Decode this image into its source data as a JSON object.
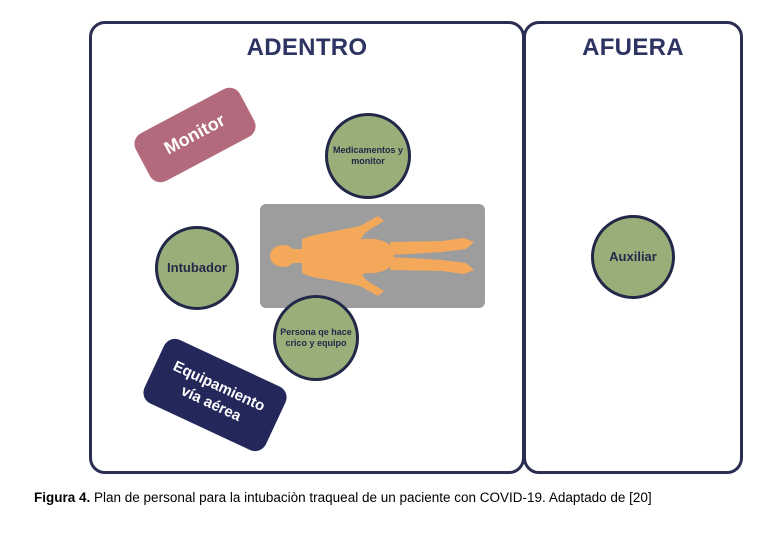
{
  "inside": {
    "title": "ADENTRO"
  },
  "outside": {
    "title": "AFUERA"
  },
  "roles": {
    "monitor": "Monitor",
    "medication": "Medicamentos y monitor",
    "intubator": "Intubador",
    "crico": "Persona qe hace crico y equipo",
    "airway_line1": "Equipamiento",
    "airway_line2": "vía aérea",
    "assistant": "Auxiliar"
  },
  "caption": {
    "label": "Figura 4.",
    "text": " Plan de personal para la intubaciòn traqueal de un paciente con COVID-19. Adaptado de [20]"
  },
  "colors": {
    "panel_border": "#2b2d52",
    "title_text": "#2e3462",
    "circle_fill": "#9aae7a",
    "circle_text": "#242848",
    "monitor_fill": "#b26a7c",
    "airway_fill": "#23275a",
    "bed_fill": "#9d9d9d",
    "patient_fill": "#f4a85a"
  }
}
